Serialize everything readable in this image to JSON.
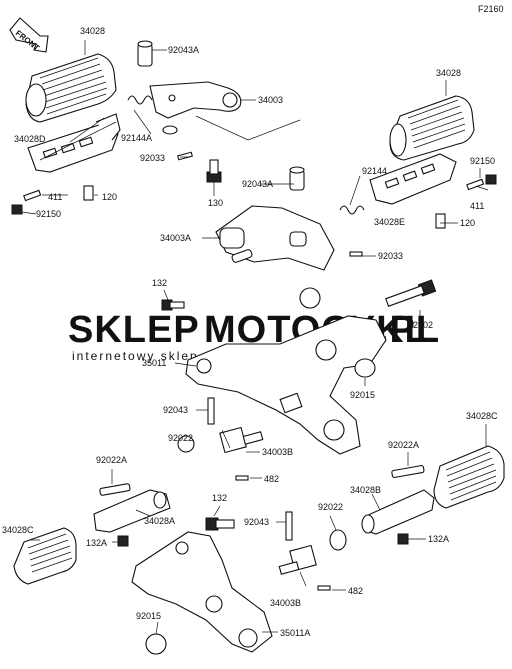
{
  "diagram": {
    "code": "F2160",
    "front_label": "FRONT",
    "watermark": {
      "part1": "SKLEP",
      "part2": "MOTOCYKL",
      "part3": ".PL",
      "tagline": "internetowy sklep motocyklowy",
      "color_grey": "#cfcfcf",
      "color_red": "#f2b8b8"
    },
    "labels": {
      "p34028_tl": "34028",
      "p92043A_top": "92043A",
      "p34003_top": "34003",
      "p92144A": "92144A",
      "p34028D": "34028D",
      "p92033_l": "92033",
      "p411_l": "411",
      "p120_l": "120",
      "p92150_l": "92150",
      "p130": "130",
      "p34028_tr": "34028",
      "p92144": "92144",
      "p92150_r": "92150",
      "p92043A_mid": "92043A",
      "p411_r": "411",
      "p34028E": "34028E",
      "p120_r": "120",
      "p34003A": "34003A",
      "p92033_r": "92033",
      "p132_top": "132",
      "p92002": "92002",
      "p35011": "35011",
      "p92015_r": "92015",
      "p92043_l": "92043",
      "p92022_l": "92022",
      "p34003B_l": "34003B",
      "p482_l": "482",
      "p92022A_l": "92022A",
      "p34028A": "34028A",
      "p34028C_l": "34028C",
      "p132A_l": "132A",
      "p132_bot": "132",
      "p92043_r": "92043",
      "p92022_r": "92022",
      "p92022A_r": "92022A",
      "p34028B": "34028B",
      "p34028C_r": "34028C",
      "p132A_r": "132A",
      "p34003B_r": "34003B",
      "p482_r": "482",
      "p92015_l": "92015",
      "p35011A": "35011A"
    }
  }
}
